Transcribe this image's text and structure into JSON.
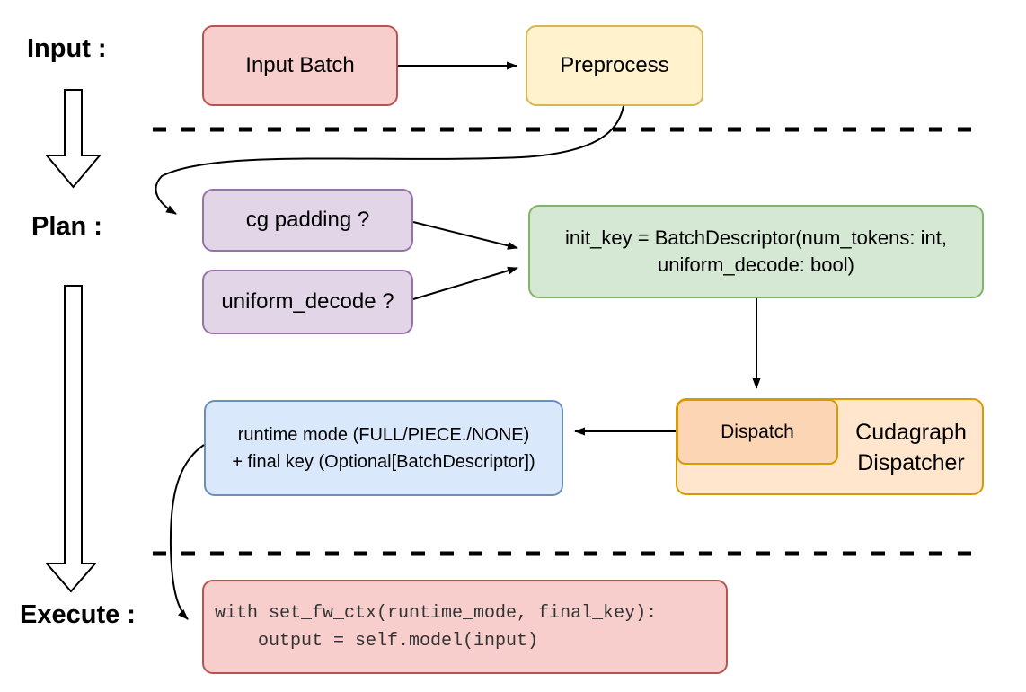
{
  "stages": {
    "input_label": "Input :",
    "plan_label": "Plan :",
    "execute_label": "Execute :"
  },
  "nodes": {
    "input_batch": {
      "label": "Input Batch",
      "fill": "#f8cecc",
      "stroke": "#b85450"
    },
    "preprocess": {
      "label": "Preprocess",
      "fill": "#fff2cc",
      "stroke": "#d6b656"
    },
    "cg_padding": {
      "label": "cg padding ?",
      "fill": "#e1d5e7",
      "stroke": "#9673a6"
    },
    "uniform_decode": {
      "label": "uniform_decode ?",
      "fill": "#e1d5e7",
      "stroke": "#9673a6"
    },
    "init_key": {
      "line1": "init_key = BatchDescriptor(num_tokens: int,",
      "line2": "uniform_decode: bool)",
      "fill": "#d5e8d4",
      "stroke": "#82b366"
    },
    "runtime_mode": {
      "line1": "runtime mode (FULL/PIECE./NONE)",
      "line2": "+ final key (Optional[BatchDescriptor])",
      "fill": "#dae8fc",
      "stroke": "#6c8ebf"
    },
    "cudagraph_dispatcher": {
      "label": "Cudagraph Dispatcher",
      "fill": "#ffe6cc",
      "stroke": "#d79b00"
    },
    "dispatch": {
      "label": "Dispatch",
      "fill": "#fcd5b5",
      "stroke": "#d79b00"
    },
    "execute_code": {
      "line1": "with set_fw_ctx(runtime_mode, final_key):",
      "line2": "    output = self.model(input)",
      "fill": "#f8cecc",
      "stroke": "#b85450"
    }
  },
  "connector_color": "#000000"
}
